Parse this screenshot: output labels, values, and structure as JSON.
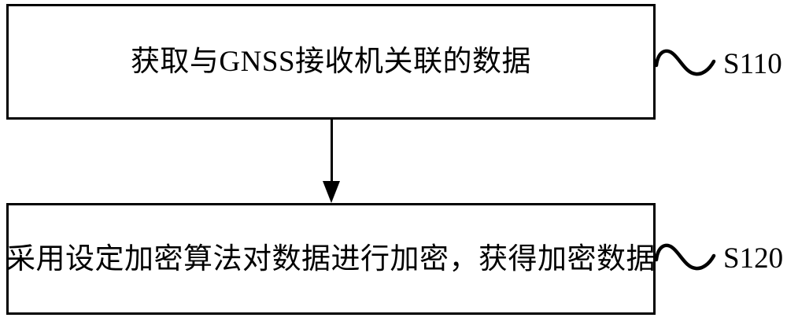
{
  "diagram": {
    "type": "flowchart",
    "colors": {
      "background": "#ffffff",
      "line": "#000000",
      "text": "#000000"
    },
    "icons": {
      "step_connector": "tilde-squiggle",
      "flow_connector": "down-arrow"
    },
    "steps": [
      {
        "id": "S110",
        "label": "获取与GNSS接收机关联的数据"
      },
      {
        "id": "S120",
        "label": "采用设定加密算法对数据进行加密，获得加密数据"
      }
    ],
    "connectors": [
      {
        "from": "S110",
        "to": "S120",
        "type": "down-arrow"
      }
    ]
  }
}
